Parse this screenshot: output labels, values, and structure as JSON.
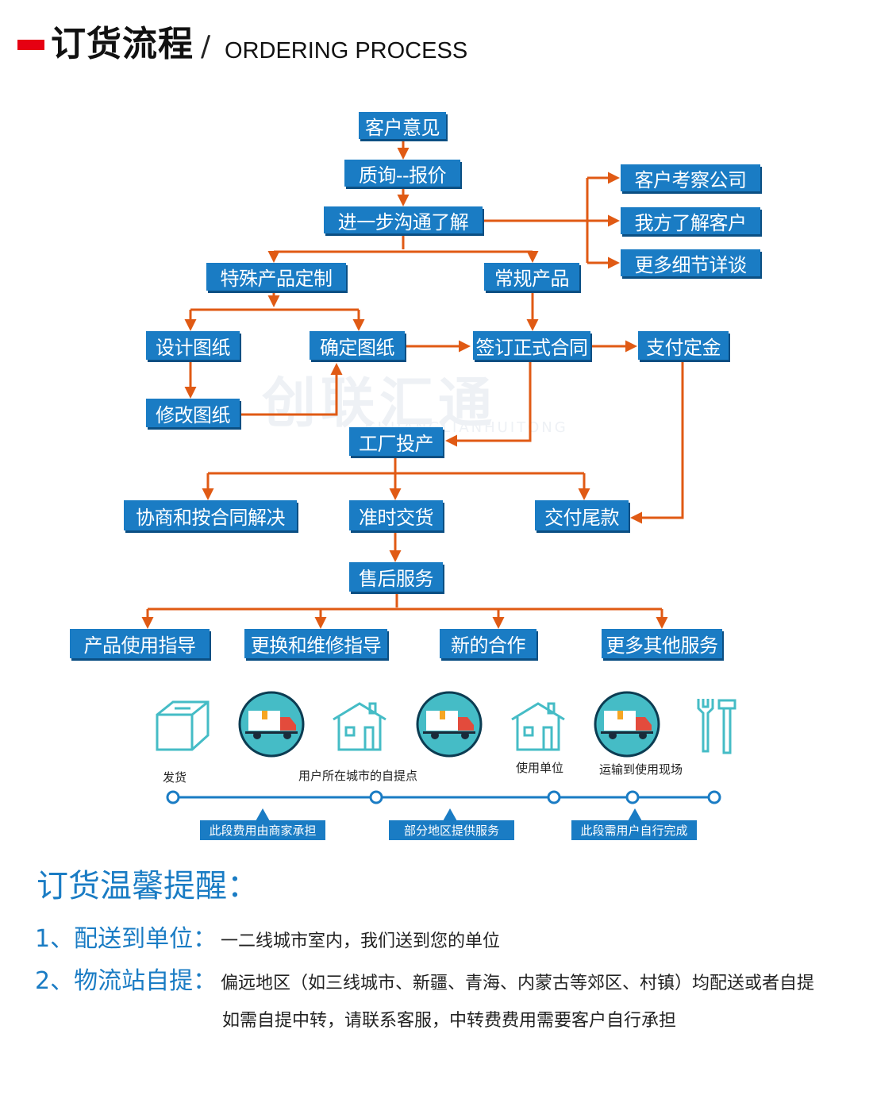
{
  "header": {
    "title_cn": "订货流程",
    "slash": "/",
    "title_en": "ORDERING PROCESS"
  },
  "colors": {
    "box": "#1a7cc4",
    "arrow": "#e05a14",
    "accent_red": "#e60012",
    "icon_teal": "#45bcc6",
    "timeline_blue": "#1a7cc4"
  },
  "watermark": {
    "text": "创联汇通",
    "sub": "CHUANGLIANHUITONG"
  },
  "flow": {
    "customer_opinion": "客户意见",
    "inquiry_quote": "质询--报价",
    "further_communication": "进一步沟通了解",
    "visit_company": "客户考察公司",
    "understand_customer": "我方了解客户",
    "discuss_details": "更多细节详谈",
    "custom_product": "特殊产品定制",
    "regular_product": "常规产品",
    "design_drawing": "设计图纸",
    "confirm_drawing": "确定图纸",
    "sign_contract": "签订正式合同",
    "pay_deposit": "支付定金",
    "revise_drawing": "修改图纸",
    "factory_production": "工厂投产",
    "negotiate_resolve": "协商和按合同解决",
    "ontime_delivery": "准时交货",
    "pay_balance": "交付尾款",
    "after_sales": "售后服务",
    "product_guide": "产品使用指导",
    "replace_repair_guide": "更换和维修指导",
    "new_cooperation": "新的合作",
    "more_services": "更多其他服务"
  },
  "logistics": {
    "labels": {
      "ship": "发货",
      "city_pickup": "用户所在城市的自提点",
      "user_unit": "使用单位",
      "transport_site": "运输到使用现场"
    },
    "segments": {
      "merchant": "此段费用由商家承担",
      "partial": "部分地区提供服务",
      "user": "此段需用户自行完成"
    },
    "icons": [
      "box-icon",
      "truck-icon",
      "house-icon",
      "truck-icon",
      "house-icon",
      "truck-icon",
      "tools-icon"
    ]
  },
  "tips": {
    "title": "订货温馨提醒：",
    "item1_head": "1、配送到单位：",
    "item1_text": "一二线城市室内，我们送到您的单位",
    "item2_head": "2、物流站自提：",
    "item2_text": "偏远地区（如三线城市、新疆、青海、内蒙古等郊区、村镇）均配送或者自提",
    "item2_text2": "如需自提中转，请联系客服，中转费费用需要客户自行承担"
  }
}
